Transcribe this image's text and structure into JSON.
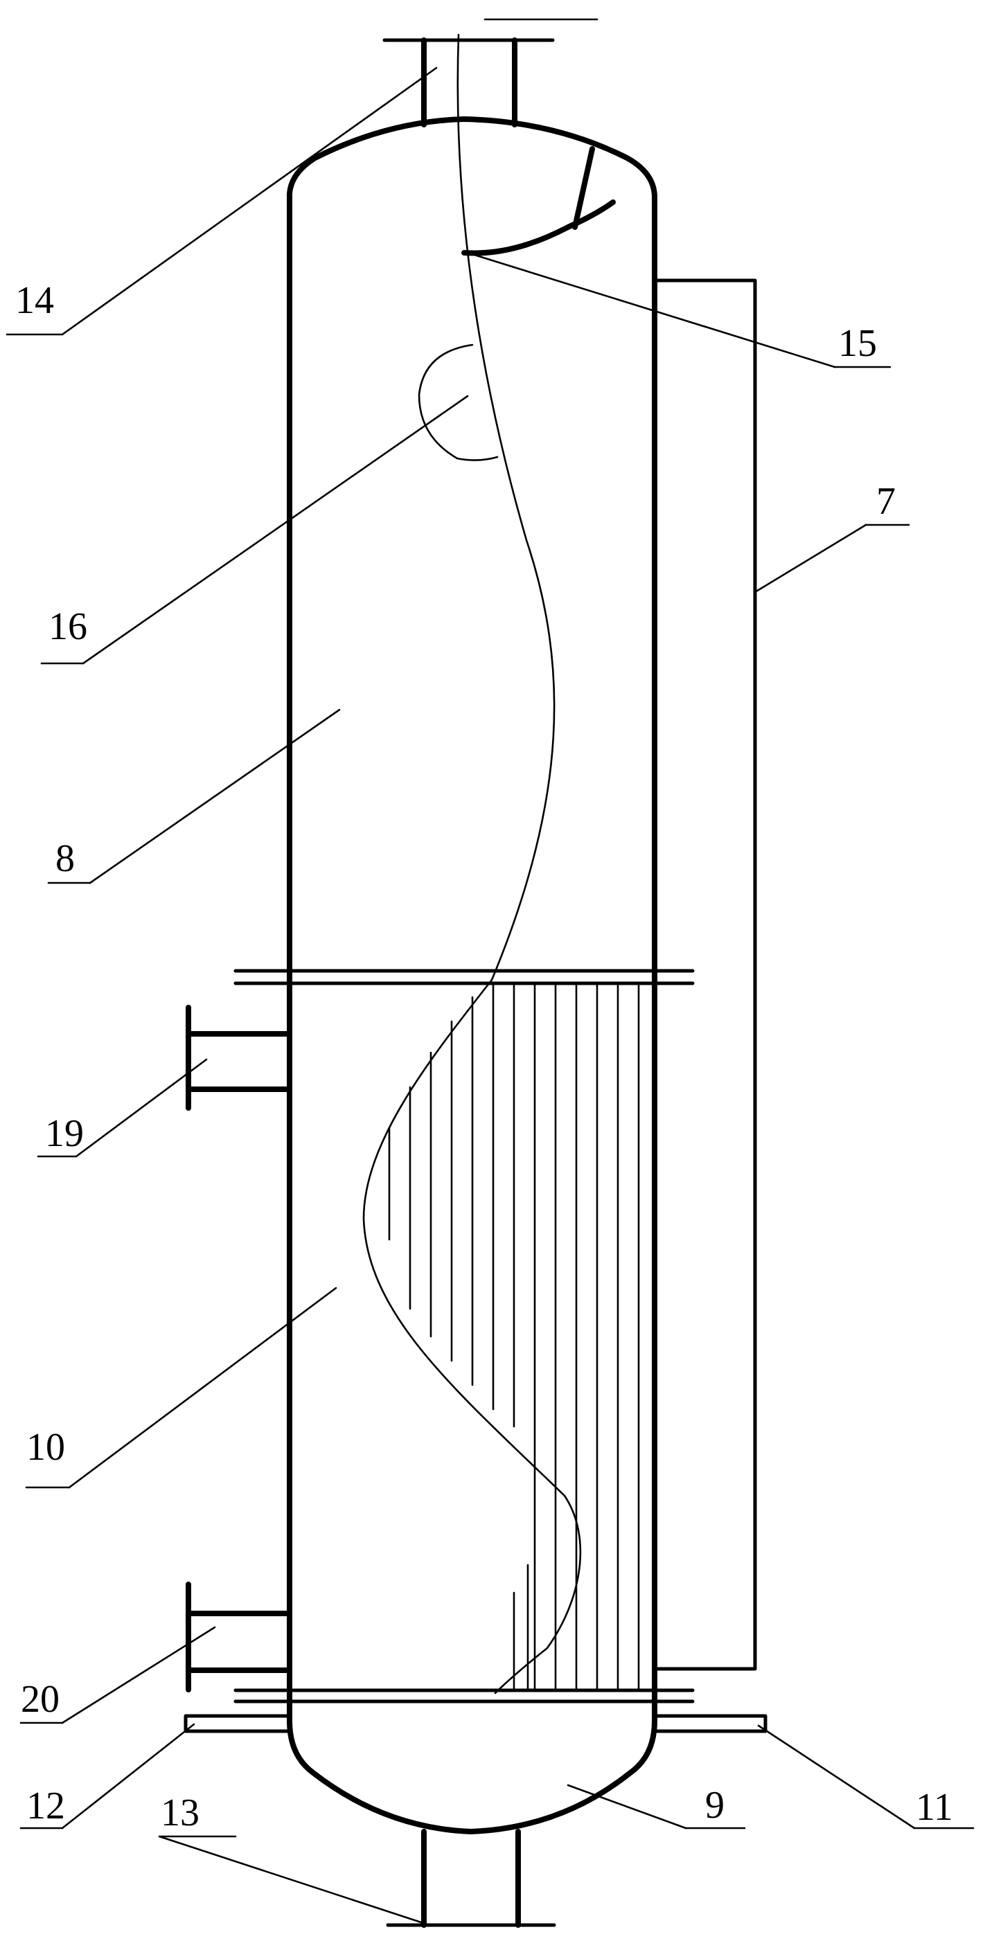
{
  "labels": {
    "l7": "7",
    "l8": "8",
    "l9": "9",
    "l10": "10",
    "l11": "11",
    "l12": "12",
    "l13": "13",
    "l14": "14",
    "l15": "15",
    "l16": "16",
    "l19": "19",
    "l20": "20"
  },
  "colors": {
    "line": "#000000",
    "background": "#ffffff"
  }
}
